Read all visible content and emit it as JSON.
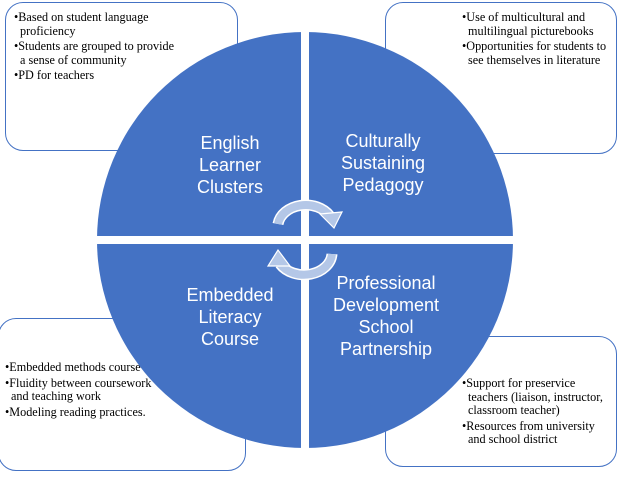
{
  "colors": {
    "circle": "#4472c4",
    "arrow": "#b4c7e7",
    "border": "#4472c4"
  },
  "quadrants": [
    {
      "id": "english-learner-clusters",
      "lines": [
        "English",
        "Learner",
        "Clusters"
      ],
      "bullets": [
        "Based on student language proficiency",
        "Students are grouped to provide a sense of community",
        "PD for teachers"
      ]
    },
    {
      "id": "culturally-sustaining-pedagogy",
      "lines": [
        "Culturally",
        "Sustaining",
        "Pedagogy"
      ],
      "bullets": [
        "Use of multicultural and multilingual picturebooks",
        "Opportunities for students to see themselves in literature"
      ]
    },
    {
      "id": "embedded-literacy-course",
      "lines": [
        "Embedded",
        "Literacy",
        "Course"
      ],
      "bullets": [
        "Embedded methods  course",
        "Fluidity between coursework and teaching work",
        "Modeling reading practices."
      ]
    },
    {
      "id": "professional-development-school-partnership",
      "lines": [
        "Professional",
        "Development",
        "School",
        "Partnership"
      ],
      "bullets": [
        "Support for preservice teachers (liaison, instructor, classroom teacher)",
        "Resources from university and school district"
      ]
    }
  ]
}
